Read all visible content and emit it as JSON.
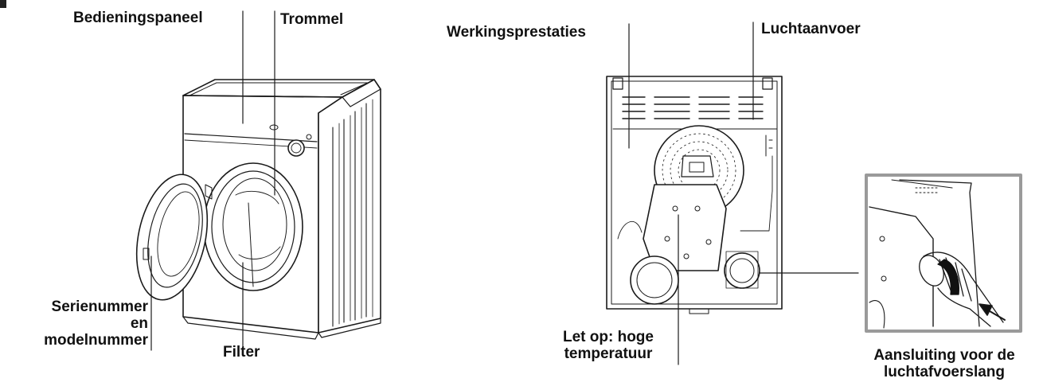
{
  "labels": {
    "control_panel": "Bedieningspaneel",
    "drum": "Trommel",
    "serial_line1": "Serienummer",
    "serial_line2": "en",
    "serial_line3": "modelnummer",
    "filter": "Filter",
    "performance": "Werkingsprestaties",
    "air_inlet": "Luchtaanvoer",
    "caution_line1": "Let op: hoge",
    "caution_line2": "temperatuur",
    "exhaust_line1": "Aansluiting voor de",
    "exhaust_line2": "luchtafvoerslang"
  },
  "colors": {
    "line": "#1a1a1a",
    "inset_frame": "#9a9a9a",
    "hose_band": "#111111"
  }
}
